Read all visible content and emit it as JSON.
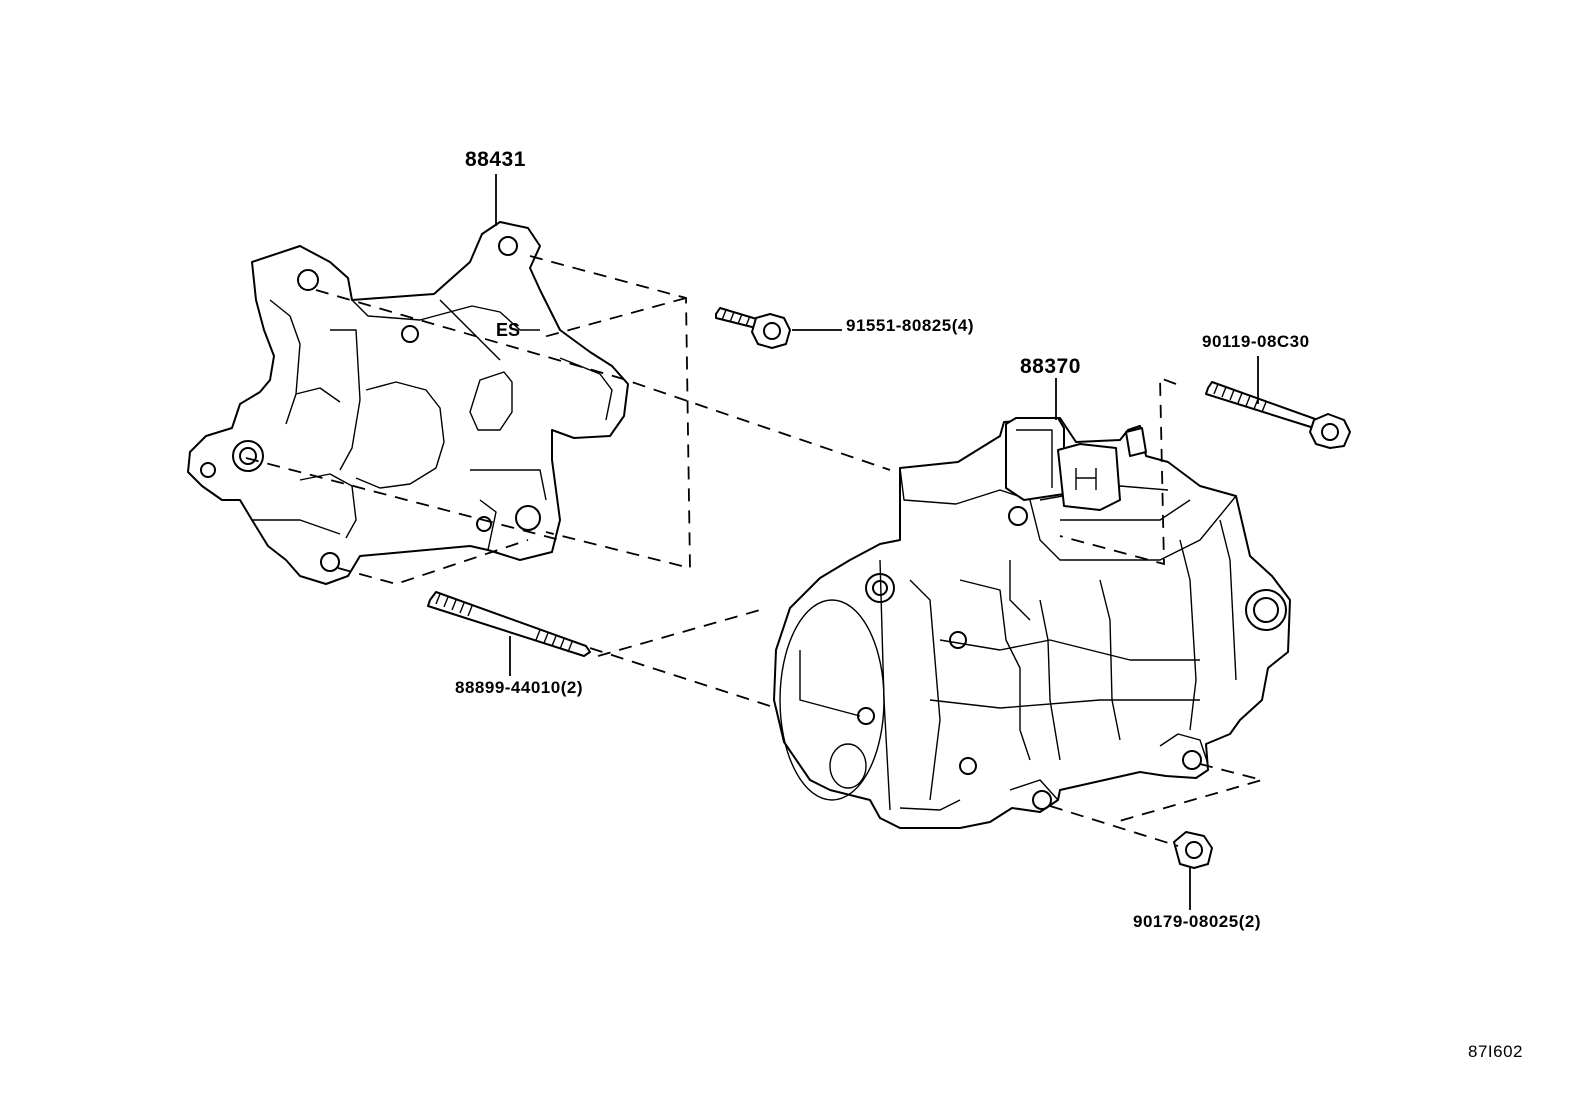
{
  "labels": {
    "bracket": "88431",
    "compressor": "88370",
    "bolt_top": "91551-80825(4)",
    "bolt_right": "90119-08C30",
    "stud": "88899-44010(2)",
    "nut": "90179-08025(2)",
    "illustration_code": "87I602"
  }
}
